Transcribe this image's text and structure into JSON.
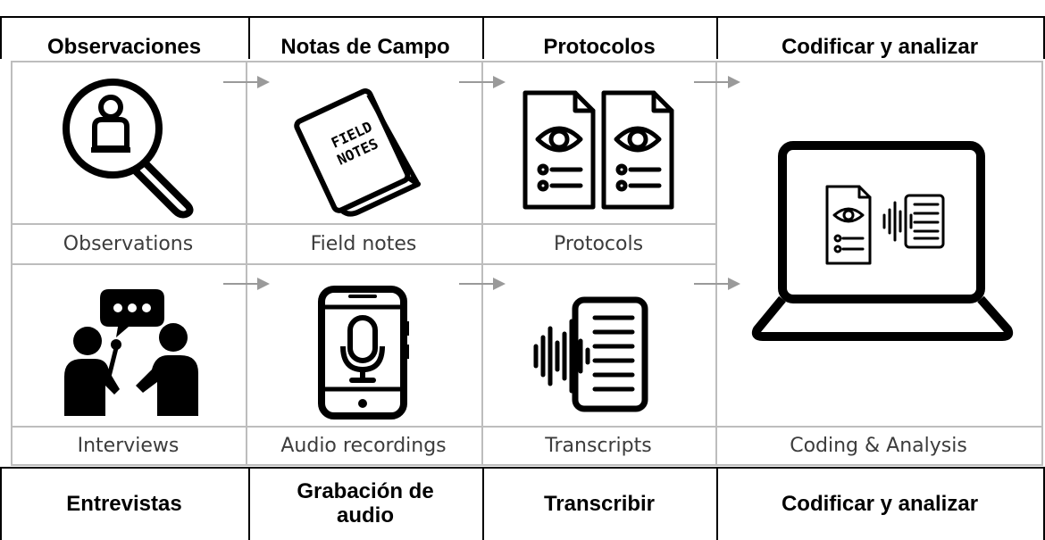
{
  "header_top": [
    "Observaciones",
    "Notas de Campo",
    "Protocolos",
    "Codificar y analizar"
  ],
  "captions_row1": [
    "Observations",
    "Field notes",
    "Protocols"
  ],
  "captions_row2": [
    "Interviews",
    "Audio recordings",
    "Transcripts",
    "Coding & Analysis"
  ],
  "field_notes_text": [
    "FIELD",
    "NOTES"
  ],
  "header_bottom": [
    "Entrevistas",
    "Grabación de audio",
    "Transcribir",
    "Codificar y analizar"
  ],
  "icons": [
    "magnifier-person-icon",
    "field-notes-book-icon",
    "protocol-documents-icon",
    "people-interview-icon",
    "phone-microphone-icon",
    "transcript-soundwave-icon",
    "laptop-analysis-icon"
  ]
}
